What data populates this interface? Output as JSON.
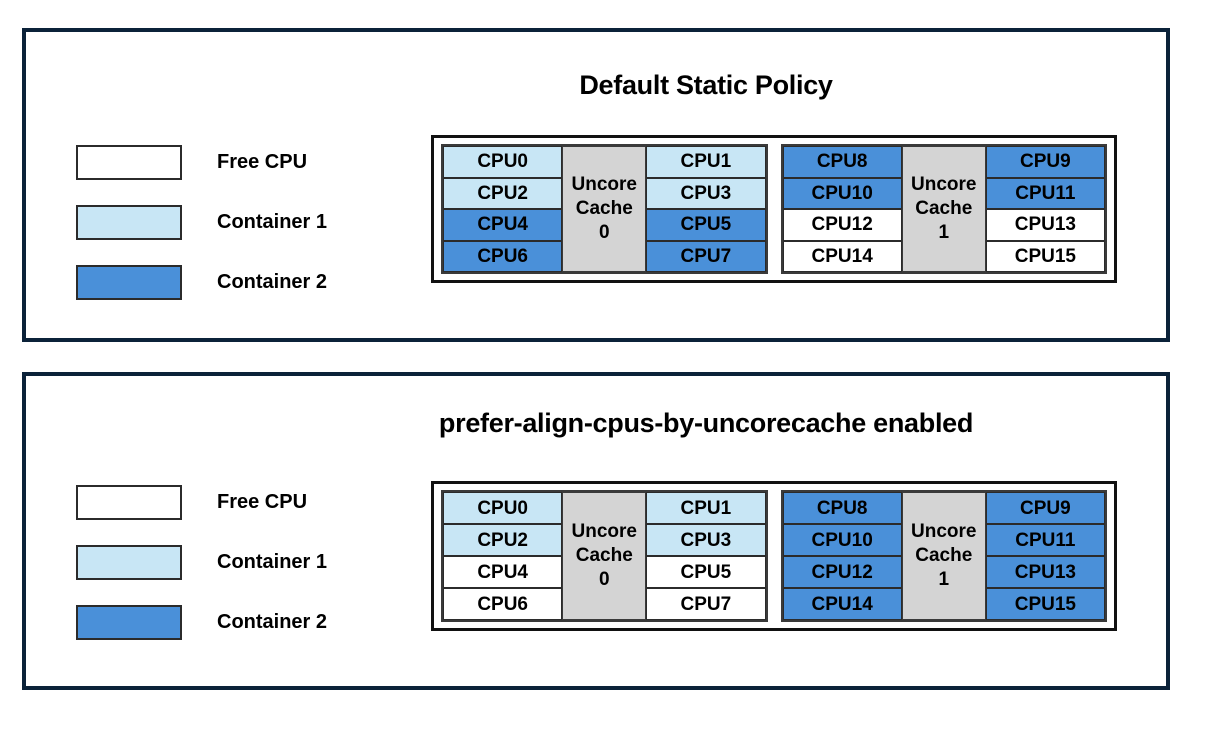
{
  "legend_items": [
    {
      "label": "Free CPU",
      "color": "#ffffff"
    },
    {
      "label": "Container 1",
      "color": "#c8e6f5"
    },
    {
      "label": "Container 2",
      "color": "#4a90d9"
    }
  ],
  "uncore_label_line1": "Uncore",
  "uncore_label_line2": "Cache",
  "panels": [
    {
      "title": "Default Static Policy",
      "legend": [
        {
          "label": "Free CPU",
          "color": "#ffffff"
        },
        {
          "label": "Container 1",
          "color": "#c8e6f5"
        },
        {
          "label": "Container 2",
          "color": "#4a90d9"
        }
      ],
      "cache_groups": [
        {
          "cache_name": "Uncore Cache 0",
          "cache_index": "0",
          "left_cpus": [
            {
              "label": "CPU0",
              "owner": "Container 1",
              "color": "#c8e6f5"
            },
            {
              "label": "CPU2",
              "owner": "Container 1",
              "color": "#c8e6f5"
            },
            {
              "label": "CPU4",
              "owner": "Container 2",
              "color": "#4a90d9"
            },
            {
              "label": "CPU6",
              "owner": "Container 2",
              "color": "#4a90d9"
            }
          ],
          "right_cpus": [
            {
              "label": "CPU1",
              "owner": "Container 1",
              "color": "#c8e6f5"
            },
            {
              "label": "CPU3",
              "owner": "Container 1",
              "color": "#c8e6f5"
            },
            {
              "label": "CPU5",
              "owner": "Container 2",
              "color": "#4a90d9"
            },
            {
              "label": "CPU7",
              "owner": "Container 2",
              "color": "#4a90d9"
            }
          ]
        },
        {
          "cache_name": "Uncore Cache 1",
          "cache_index": "1",
          "left_cpus": [
            {
              "label": "CPU8",
              "owner": "Container 2",
              "color": "#4a90d9"
            },
            {
              "label": "CPU10",
              "owner": "Container 2",
              "color": "#4a90d9"
            },
            {
              "label": "CPU12",
              "owner": "Free CPU",
              "color": "#ffffff"
            },
            {
              "label": "CPU14",
              "owner": "Free CPU",
              "color": "#ffffff"
            }
          ],
          "right_cpus": [
            {
              "label": "CPU9",
              "owner": "Container 2",
              "color": "#4a90d9"
            },
            {
              "label": "CPU11",
              "owner": "Container 2",
              "color": "#4a90d9"
            },
            {
              "label": "CPU13",
              "owner": "Free CPU",
              "color": "#ffffff"
            },
            {
              "label": "CPU15",
              "owner": "Free CPU",
              "color": "#ffffff"
            }
          ]
        }
      ]
    },
    {
      "title": "prefer-align-cpus-by-uncorecache enabled",
      "legend": [
        {
          "label": "Free CPU",
          "color": "#ffffff"
        },
        {
          "label": "Container 1",
          "color": "#c8e6f5"
        },
        {
          "label": "Container 2",
          "color": "#4a90d9"
        }
      ],
      "cache_groups": [
        {
          "cache_name": "Uncore Cache 0",
          "cache_index": "0",
          "left_cpus": [
            {
              "label": "CPU0",
              "owner": "Container 1",
              "color": "#c8e6f5"
            },
            {
              "label": "CPU2",
              "owner": "Container 1",
              "color": "#c8e6f5"
            },
            {
              "label": "CPU4",
              "owner": "Free CPU",
              "color": "#ffffff"
            },
            {
              "label": "CPU6",
              "owner": "Free CPU",
              "color": "#ffffff"
            }
          ],
          "right_cpus": [
            {
              "label": "CPU1",
              "owner": "Container 1",
              "color": "#c8e6f5"
            },
            {
              "label": "CPU3",
              "owner": "Container 1",
              "color": "#c8e6f5"
            },
            {
              "label": "CPU5",
              "owner": "Free CPU",
              "color": "#ffffff"
            },
            {
              "label": "CPU7",
              "owner": "Free CPU",
              "color": "#ffffff"
            }
          ]
        },
        {
          "cache_name": "Uncore Cache 1",
          "cache_index": "1",
          "left_cpus": [
            {
              "label": "CPU8",
              "owner": "Container 2",
              "color": "#4a90d9"
            },
            {
              "label": "CPU10",
              "owner": "Container 2",
              "color": "#4a90d9"
            },
            {
              "label": "CPU12",
              "owner": "Container 2",
              "color": "#4a90d9"
            },
            {
              "label": "CPU14",
              "owner": "Container 2",
              "color": "#4a90d9"
            }
          ],
          "right_cpus": [
            {
              "label": "CPU9",
              "owner": "Container 2",
              "color": "#4a90d9"
            },
            {
              "label": "CPU11",
              "owner": "Container 2",
              "color": "#4a90d9"
            },
            {
              "label": "CPU13",
              "owner": "Container 2",
              "color": "#4a90d9"
            },
            {
              "label": "CPU15",
              "owner": "Container 2",
              "color": "#4a90d9"
            }
          ]
        }
      ]
    }
  ],
  "colors": {
    "panel_border": "#0b2239",
    "diagram_border": "#111111",
    "cell_border": "#2b2b2b",
    "uncore_fill": "#d4d4d4",
    "container1": "#c8e6f5",
    "container2": "#4a90d9",
    "free": "#ffffff"
  }
}
